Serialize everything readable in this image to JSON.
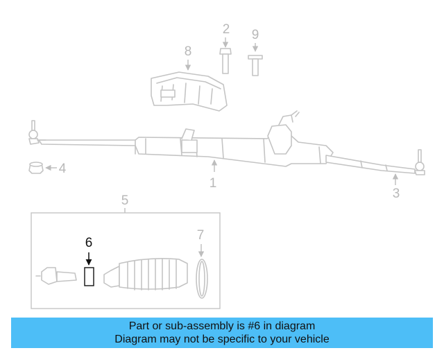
{
  "diagram": {
    "callouts": {
      "c1": "1",
      "c2": "2",
      "c3": "3",
      "c4": "4",
      "c5": "5",
      "c6": "6",
      "c7": "7",
      "c8": "8",
      "c9": "9"
    },
    "highlighted_part": "6"
  },
  "banner": {
    "line1": "Part or sub-assembly is #6 in diagram",
    "line2": "Diagram may not be specific to your vehicle",
    "background": "#4dbef7"
  }
}
